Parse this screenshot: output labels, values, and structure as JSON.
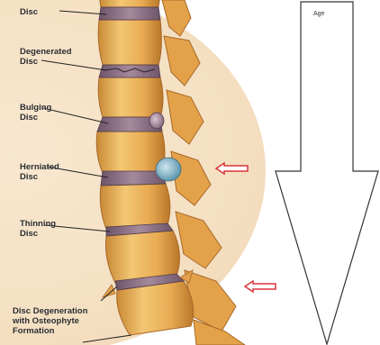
{
  "labels": {
    "disc": "Disc",
    "degenerated_line1": "Degenerated",
    "degenerated_line2": "Disc",
    "bulging_line1": "Bulging",
    "bulging_line2": "Disc",
    "herniated_line1": "Herniated",
    "herniated_line2": "Disc",
    "thinning_line1": "Thinning",
    "thinning_line2": "Disc",
    "osteophyte_line1": "Disc Degeneration",
    "osteophyte_line2": "with Osteophyte",
    "osteophyte_line3": "Formation"
  },
  "age_arrow": {
    "label": "Age"
  },
  "colors": {
    "bone": "#e9b35a",
    "bone_dark": "#b9772a",
    "disc": "#8a6a80",
    "herniation": "#7fb3c8",
    "pointer_arrow": "#d9343a"
  }
}
